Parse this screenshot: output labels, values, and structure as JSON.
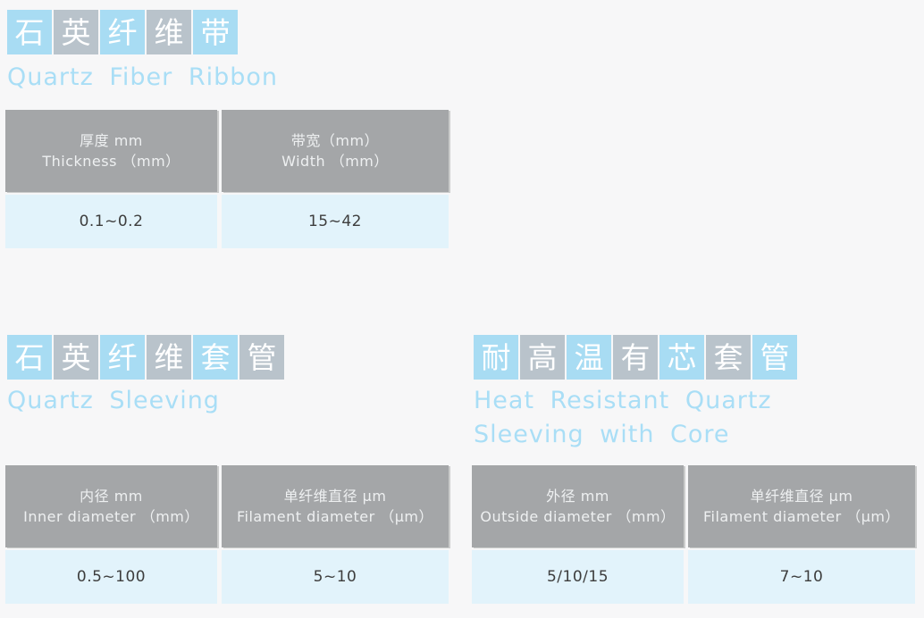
{
  "page": {
    "background": "#f7f7f8",
    "colors": {
      "accent_blue_box": "#a8dcf3",
      "accent_gray_box": "#b9c3cb",
      "subtitle_blue": "#a9def6",
      "table_header_bg": "#a4a6a8",
      "table_header_text": "#eef0f1",
      "table_body_bg": "#e2f3fb",
      "table_body_text": "#3d3d3d"
    }
  },
  "sections": [
    {
      "title_cn": "石英纤维带",
      "chars": [
        "石",
        "英",
        "纤",
        "维",
        "带"
      ],
      "title_en": "Quartz Fiber Ribbon",
      "table": {
        "col1": {
          "header_cn": "厚度 mm",
          "header_en": "Thickness （mm）",
          "value": "0.1~0.2"
        },
        "col2": {
          "header_cn": "带宽（mm）",
          "header_en": "Width （mm）",
          "value": "15~42"
        }
      }
    },
    {
      "title_cn": "石英纤维套管",
      "chars": [
        "石",
        "英",
        "纤",
        "维",
        "套",
        "管"
      ],
      "title_en": "Quartz Sleeving",
      "table": {
        "col1": {
          "header_cn": "内径 mm",
          "header_en": "Inner diameter （mm）",
          "value": "0.5~100"
        },
        "col2": {
          "header_cn": "单纤维直径 μm",
          "header_en": "Filament diameter （μm）",
          "value": "5~10"
        }
      }
    },
    {
      "title_cn": "耐高温有芯套管",
      "chars": [
        "耐",
        "高",
        "温",
        "有",
        "芯",
        "套",
        "管"
      ],
      "title_en": "Heat Resistant Quartz Sleeving with Core",
      "table": {
        "col1": {
          "header_cn": "外径 mm",
          "header_en": "Outside diameter （mm）",
          "value": "5/10/15"
        },
        "col2": {
          "header_cn": "单纤维直径 μm",
          "header_en": "Filament diameter （μm）",
          "value": "7~10"
        }
      }
    }
  ]
}
